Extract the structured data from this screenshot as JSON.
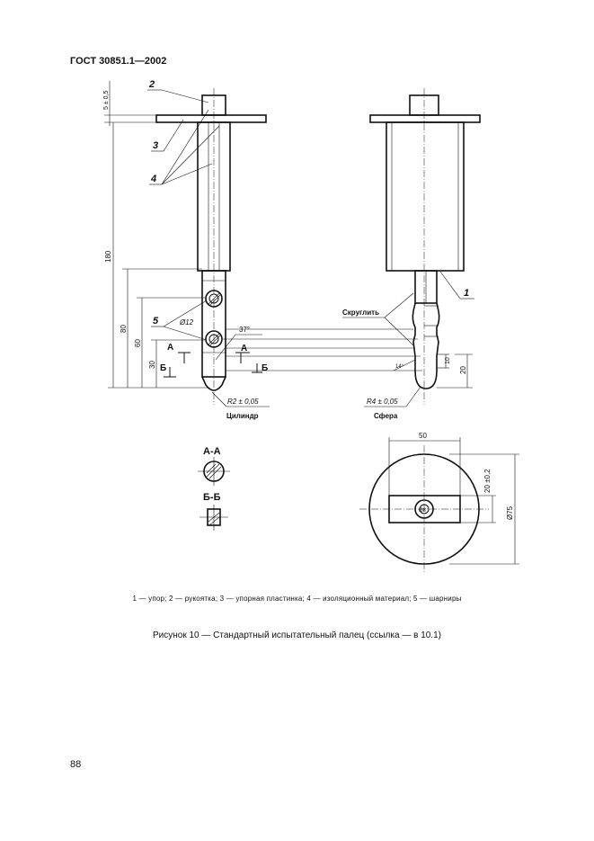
{
  "header": {
    "doc_id": "ГОСТ 30851.1—2002"
  },
  "drawing": {
    "callouts": {
      "c1": "1",
      "c2": "2",
      "c3": "3",
      "c4": "4",
      "c5": "5"
    },
    "dims": {
      "top_thickness": "5 ± 0,5",
      "total_length": "180",
      "len_80": "80",
      "len_60": "60",
      "len_30": "30",
      "dia_12": "Ø12",
      "angle_37": "37°",
      "radius_cyl": "R2 ± 0,05",
      "radius_sph": "R4 ± 0,05",
      "len_10": "10",
      "len_20": "20",
      "angle_small": "14°",
      "width_50": "50",
      "slot_20": "20 ±0,2",
      "dia_75": "Ø75",
      "dia_hole": "Ø8"
    },
    "labels": {
      "section_a": "А",
      "section_b": "Б",
      "cylinder": "Цилиндр",
      "sphere": "Сфера",
      "round_off": "Скруглить",
      "section_aa": "А-А",
      "section_bb": "Б-Б"
    }
  },
  "legend": "1 — упор; 2 — рукоятка; 3 — упорная пластинка; 4 — изоляционный материал; 5 — шарниры",
  "caption": "Рисунок 10 — Стандартный испытательный палец (ссылка — в 10.1)",
  "page_number": "88"
}
